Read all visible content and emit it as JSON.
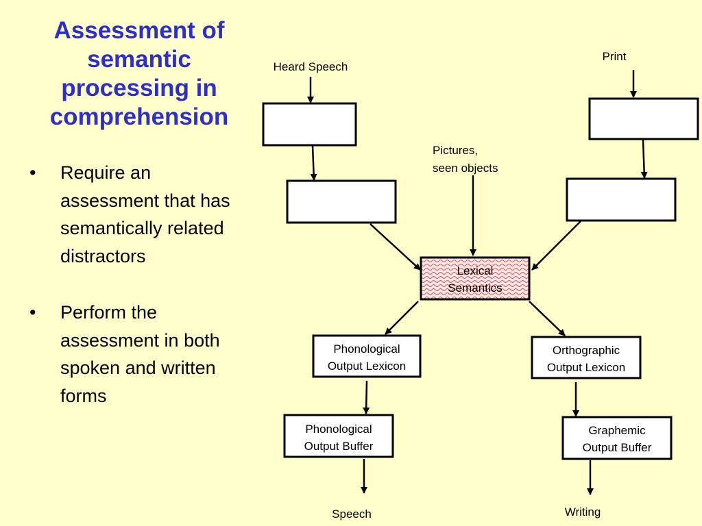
{
  "title": "Assessment of semantic processing in comprehension",
  "bullets": [
    "Require an assessment that has semantically related distractors",
    "Perform the assessment in both spoken and written forms"
  ],
  "bullet_symbol": "•",
  "diagram": {
    "inputs": {
      "heard_speech": "Heard Speech",
      "print": "Print",
      "pictures_line1": "Pictures,",
      "pictures_line2": "seen objects"
    },
    "lexical_semantics": {
      "line1": "Lexical",
      "line2": "Semantics"
    },
    "phonological_output_lexicon": {
      "line1": "Phonological",
      "line2": "Output Lexicon"
    },
    "orthographic_output_lexicon": {
      "line1": "Orthographic",
      "line2": "Output Lexicon"
    },
    "phonological_output_buffer": {
      "line1": "Phonological",
      "line2": "Output Buffer"
    },
    "graphemic_output_buffer": {
      "line1": "Graphemic",
      "line2": "Output Buffer"
    },
    "outputs": {
      "speech": "Speech",
      "writing": "Writing"
    }
  },
  "colors": {
    "background": "#ffffcc",
    "title": "#2e2ec8",
    "semantics_pattern_line": "#e05050",
    "semantics_fill": "#ffe8e8"
  }
}
